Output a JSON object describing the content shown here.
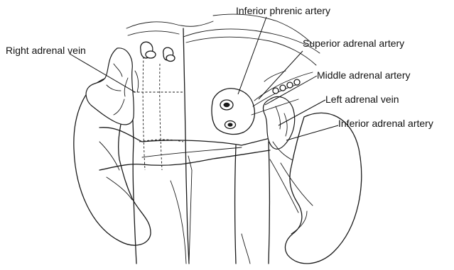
{
  "labels": {
    "inferior_phrenic_artery": "Inferior phrenic artery",
    "right_adrenal_vein": "Right adrenal vein",
    "superior_adrenal_artery": "Superior adrenal artery",
    "middle_adrenal_artery": "Middle adrenal artery",
    "left_adrenal_vein": "Left adrenal vein",
    "inferior_adrenal_artery": "Inferior adrenal artery"
  }
}
